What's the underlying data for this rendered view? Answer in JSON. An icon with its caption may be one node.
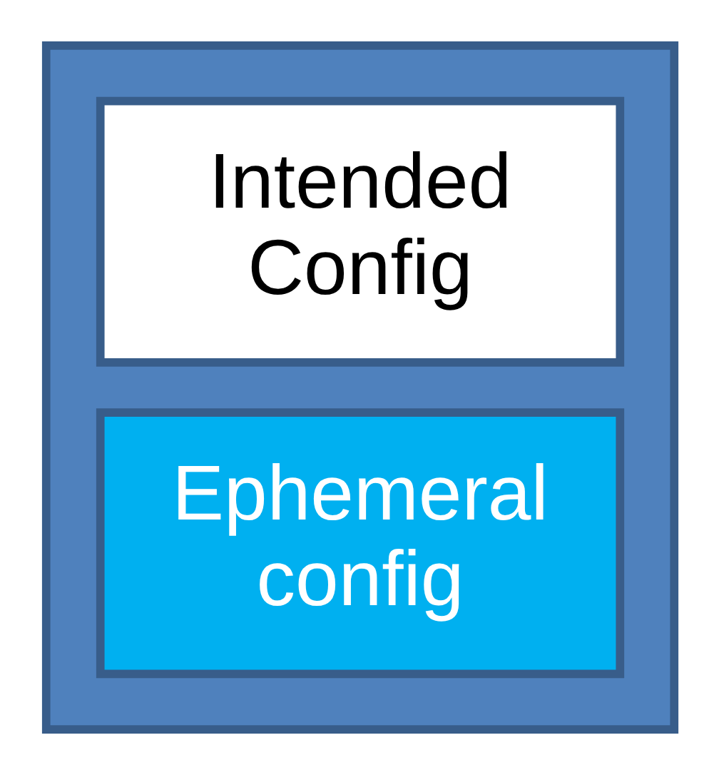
{
  "diagram": {
    "nodes": [
      {
        "text": [],
        "shape": "box"
      },
      {
        "text": [
          "Intended Config"
        ],
        "in": 0
      },
      {
        "text": [
          "Ephemeral config"
        ],
        "in": 0
      }
    ]
  }
}
